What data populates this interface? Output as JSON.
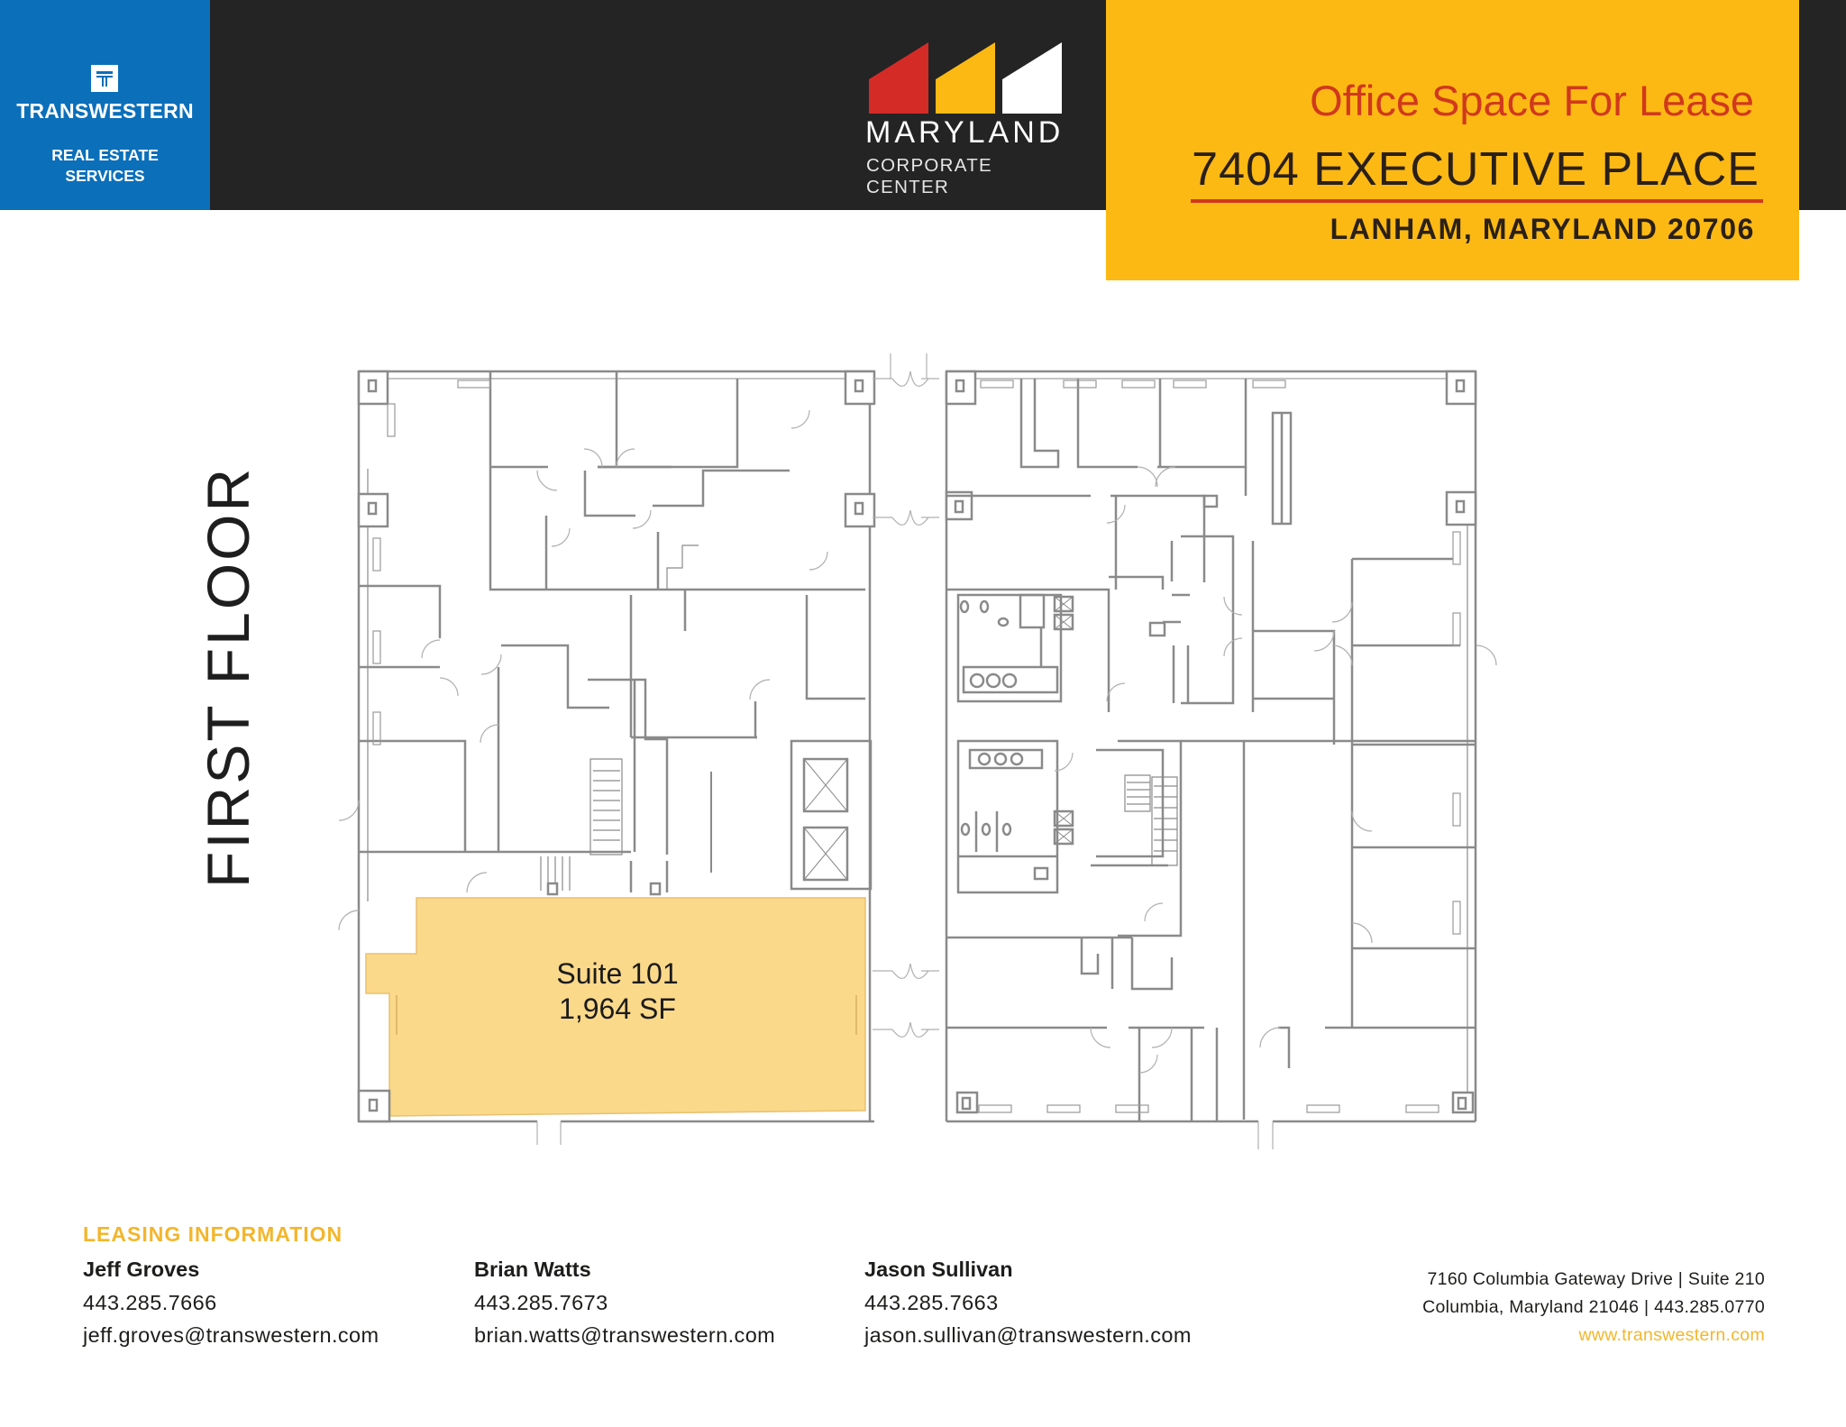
{
  "colors": {
    "brand_blue": "#0b6fba",
    "header_dark": "#242424",
    "accent_yellow": "#fdb913",
    "accent_red": "#d0391d",
    "suite_fill": "#fbd98a",
    "leasing_gold": "#f3b62b"
  },
  "brand": {
    "logo_icon": "t-mark-icon",
    "name": "TRANSWESTERN",
    "sub_line1": "REAL ESTATE",
    "sub_line2": "SERVICES"
  },
  "property_logo": {
    "name": "MARYLAND",
    "sub": "CORPORATE CENTER",
    "shape_colors": [
      "#d52b27",
      "#fdb913",
      "#ffffff"
    ]
  },
  "title": {
    "tagline": "Office Space For Lease",
    "address": "7404 EXECUTIVE PLACE",
    "city": "LANHAM, MARYLAND 20706"
  },
  "floor": {
    "label": "FIRST FLOOR"
  },
  "suite": {
    "name": "Suite 101",
    "area": "1,964 SF"
  },
  "leasing": {
    "title": "LEASING INFORMATION",
    "contacts": [
      {
        "name": "Jeff Groves",
        "phone": "443.285.7666",
        "email": "jeff.groves@transwestern.com"
      },
      {
        "name": "Brian Watts",
        "phone": "443.285.7673",
        "email": "brian.watts@transwestern.com"
      },
      {
        "name": "Jason Sullivan",
        "phone": "443.285.7663",
        "email": "jason.sullivan@transwestern.com"
      }
    ]
  },
  "office": {
    "line1": "7160 Columbia Gateway Drive | Suite 210",
    "line2": "Columbia, Maryland 21046 | 443.285.0770",
    "website": "www.transwestern.com"
  }
}
